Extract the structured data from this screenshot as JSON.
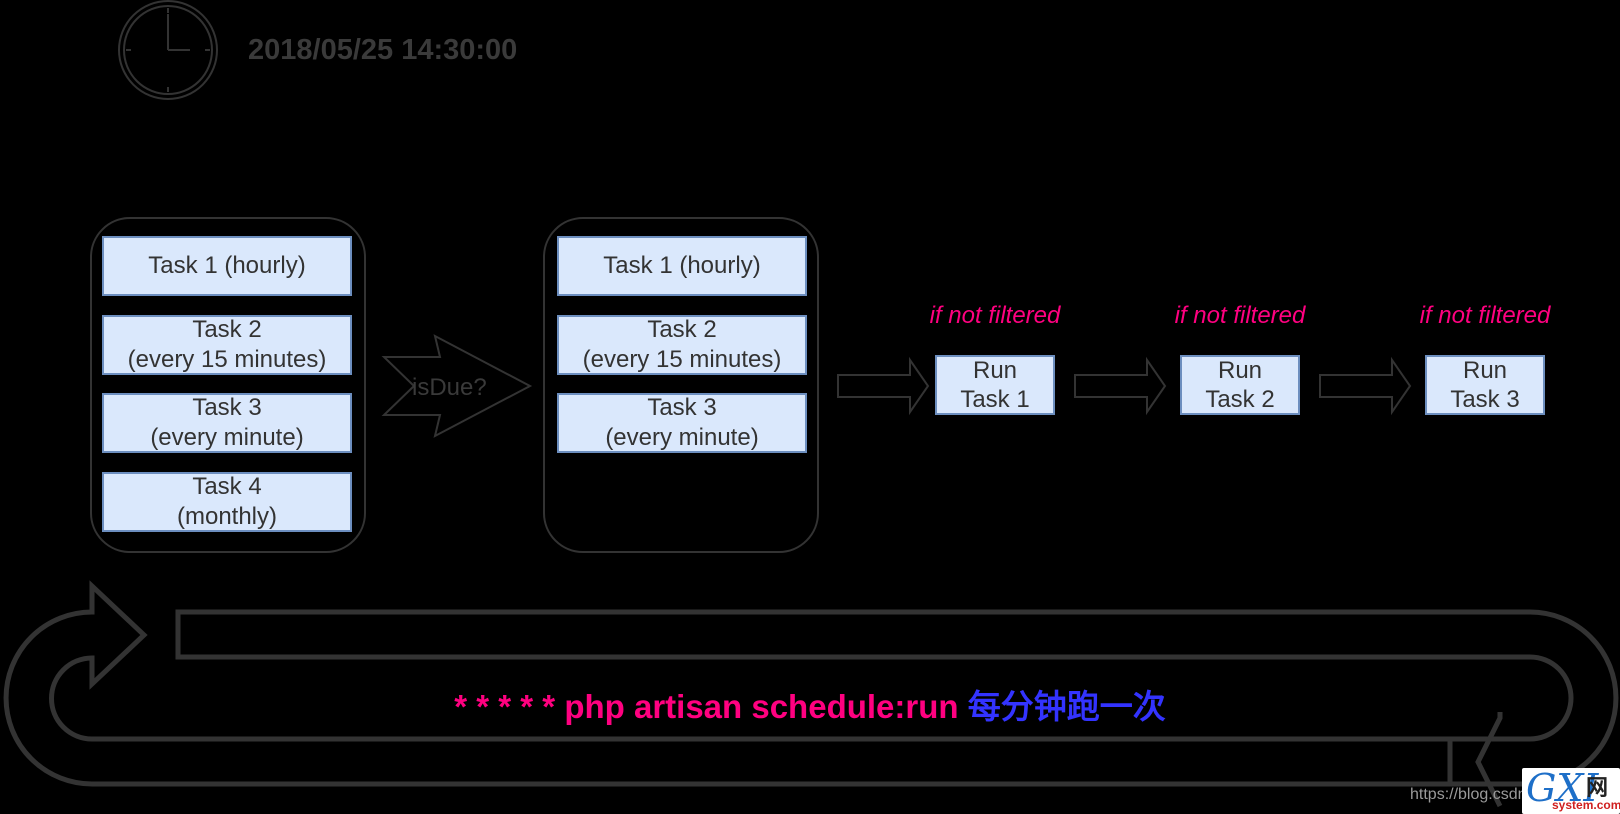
{
  "header": {
    "timestamp": "2018/05/25 14:30:00"
  },
  "all_tasks": [
    {
      "line1": "Task 1 (hourly)",
      "line2": ""
    },
    {
      "line1": "Task 2",
      "line2": "(every 15 minutes)"
    },
    {
      "line1": "Task 3",
      "line2": "(every minute)"
    },
    {
      "line1": "Task 4",
      "line2": "(monthly)"
    }
  ],
  "decision": {
    "label": "isDue?"
  },
  "due_tasks": [
    {
      "line1": "Task 1 (hourly)",
      "line2": ""
    },
    {
      "line1": "Task 2",
      "line2": "(every 15 minutes)"
    },
    {
      "line1": "Task 3",
      "line2": "(every minute)"
    }
  ],
  "runs": [
    {
      "filter": "if not filtered",
      "line1": "Run",
      "line2": "Task 1"
    },
    {
      "filter": "if not filtered",
      "line1": "Run",
      "line2": "Task 2"
    },
    {
      "filter": "if not filtered",
      "line1": "Run",
      "line2": "Task 3"
    }
  ],
  "command": {
    "cron": "* * * * * php artisan schedule:run",
    "note": "每分钟跑一次"
  },
  "footer": {
    "url": "https://blog.csdn",
    "logo_big": "GXI",
    "logo_cn": "网",
    "logo_site": "system.com"
  },
  "colors": {
    "task_fill": "#dae8fc",
    "task_border": "#6c8ebf",
    "highlight": "#ff0080",
    "note": "#3333ff"
  }
}
